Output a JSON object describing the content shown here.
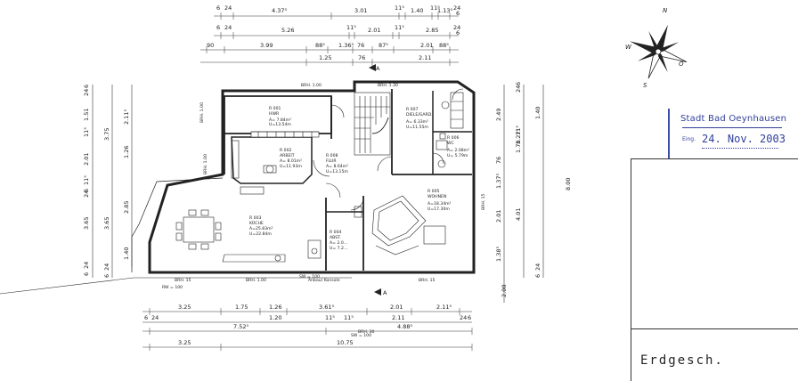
{
  "plan": {
    "top_dims_row1": [
      "6",
      "24",
      "4.37⁵",
      "3.01",
      "11⁵",
      "1.40",
      "11⁵",
      "1.13⁵",
      "24",
      "6"
    ],
    "top_dims_row2": [
      "6",
      "24",
      "5.26",
      "11⁵",
      "2.01",
      "11⁵",
      "2.85",
      "24",
      "6"
    ],
    "top_dims_row3": [
      "90",
      "3.99",
      "88⁵",
      "1.36⁵",
      "76",
      "87⁵",
      "2.01",
      "88⁵",
      "1.25",
      "76",
      "2.11"
    ],
    "bottom_dims_row1": [
      "3.25",
      "1.75",
      "1.26",
      "3.61⁵",
      "2.01",
      "2.11⁵"
    ],
    "bottom_dims_row2": [
      "6",
      "24",
      "1.20",
      "11⁵",
      "11⁵",
      "2.11",
      "24",
      "6"
    ],
    "bottom_dims_row3": [
      "7.52⁵",
      "4.88⁵"
    ],
    "bottom_dims_row4": [
      "3.25",
      "10.75"
    ],
    "left_dims_outer": [
      "24",
      "6",
      "1.51",
      "11⁵",
      "2.01",
      "11⁵",
      "24",
      "6",
      "3.65",
      "24",
      "6"
    ],
    "left_dims_inner": [
      "2.11⁵",
      "3.75",
      "1.26",
      "3.65",
      "2.85",
      "1.40",
      "24",
      "6"
    ],
    "right_dims_inner": [
      "24",
      "6",
      "2.49",
      "11⁵",
      "1.76",
      "76",
      "1.37⁵",
      "2.01",
      "1.38⁵",
      "24",
      "6"
    ],
    "right_dims_outer": [
      "1.40",
      "3.27⁵",
      "4.01"
    ],
    "right_total": "8.00",
    "right_bottom": "2.00",
    "rooms": [
      {
        "id": "R 001",
        "name": "HWR",
        "area": "A= 7.84m²",
        "perimeter": "U=13.54m"
      },
      {
        "id": "R 002",
        "name": "ARBEIT",
        "area": "A= 8.01m²",
        "perimeter": "U=11.93m"
      },
      {
        "id": "R 003",
        "name": "KÜCHE",
        "area": "A=25.83m²",
        "perimeter": "U=22.84m"
      },
      {
        "id": "R 004",
        "name": "ABST.",
        "area": "A= 2.0…",
        "perimeter": "U= 7.2…"
      },
      {
        "id": "R 005",
        "name": "WOHNEN",
        "area": "A=18.34m²",
        "perimeter": "U=17.30m"
      },
      {
        "id": "R 006",
        "name": "WC",
        "area": "A= 2.08m²",
        "perimeter": "U= 5.79m"
      },
      {
        "id": "R 007",
        "name": "DIELE/GARD.",
        "area": "A= 6.33m²",
        "perimeter": "U=11.55m"
      },
      {
        "id": "R 008",
        "name": "FLUR",
        "area": "A= 8.64m²",
        "perimeter": "U=13.15m"
      }
    ],
    "labels": {
      "brh_100_top": "BRH. 1.00",
      "brh_130": "BRH. 1.30",
      "brh_100_left": "BRH. 1.00",
      "brh_100_left2": "BRH. 1.00",
      "brh_15_bottom1": "BRH. 15",
      "brh_100_bottom": "BRH. 1.00",
      "brh_15_right": "BRH. 15",
      "brh_15_bottom2": "BRH. 15",
      "rw_100": "RW = 100",
      "sw_100": "SW = 100",
      "sw_100_bottom": "SW = 100",
      "anbau": "Anbau/\nKonsole",
      "brh_small": "BRH. 30",
      "section_a": "A"
    }
  },
  "compass": {
    "n": "N",
    "o": "O",
    "s": "S",
    "w": "W"
  },
  "stamp": {
    "office": "Stadt Bad Oeynhausen",
    "eing_label": "Eing.",
    "date": "24. Nov. 2003"
  },
  "titlebox": {
    "label": "Erdgesch."
  }
}
